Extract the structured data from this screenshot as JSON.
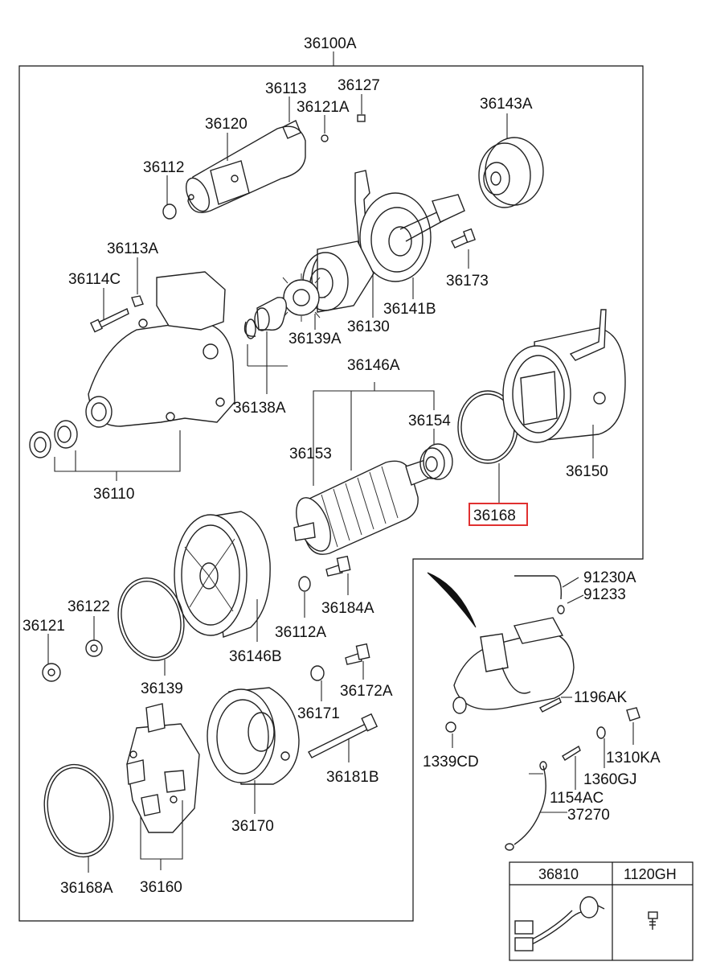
{
  "assembly_label": "36100A",
  "highlight_color": "#e03030",
  "parts": {
    "p36113": "36113",
    "p36127": "36127",
    "p36121A": "36121A",
    "p36120": "36120",
    "p36143A": "36143A",
    "p36112": "36112",
    "p36113A": "36113A",
    "p36114C": "36114C",
    "p36173": "36173",
    "p36141B": "36141B",
    "p36130": "36130",
    "p36139A": "36139A",
    "p36138A": "36138A",
    "p36146A": "36146A",
    "p36154": "36154",
    "p36153": "36153",
    "p36150": "36150",
    "p36110": "36110",
    "p36168": "36168",
    "p36122": "36122",
    "p36121": "36121",
    "p36184A": "36184A",
    "p36112A": "36112A",
    "p36146B": "36146B",
    "p36139": "36139",
    "p36172A": "36172A",
    "p36171": "36171",
    "p36181B": "36181B",
    "p36170": "36170",
    "p36168A": "36168A",
    "p36160": "36160",
    "p91230A": "91230A",
    "p91233": "91233",
    "p1196AK": "1196AK",
    "p1339CD": "1339CD",
    "p1310KA": "1310KA",
    "p1360GJ": "1360GJ",
    "p1154AC": "1154AC",
    "p37270": "37270"
  },
  "table": {
    "col1": "36810",
    "col2": "1120GH"
  }
}
